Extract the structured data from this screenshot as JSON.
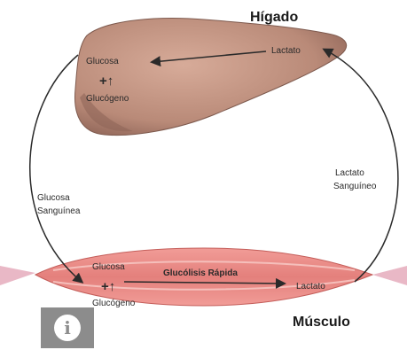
{
  "labels": {
    "liver_title": "Hígado",
    "muscle_title": "Músculo",
    "liver_glucose": "Glucosa",
    "liver_glycogen": "Glucógeno",
    "liver_lactate": "Lactato",
    "blood_glucose_line1": "Glucosa",
    "blood_glucose_line2": "Sanguínea",
    "blood_lactate_line1": "Lactato",
    "blood_lactate_line2": "Sanguíneo",
    "muscle_glucose": "Glucosa",
    "muscle_glycogen": "Glucógeno",
    "muscle_pathway": "Glucólisis Rápida",
    "muscle_lactate": "Lactato",
    "plus_sign": "+↑"
  },
  "info_button": {
    "icon": "info-icon",
    "glyph": "i"
  },
  "colors": {
    "liver": "#b98a78",
    "liver_dark": "#8f6558",
    "muscle": "#e88a86",
    "muscle_stripe": "#f2b1ad",
    "arrow": "#2a2a2a"
  }
}
